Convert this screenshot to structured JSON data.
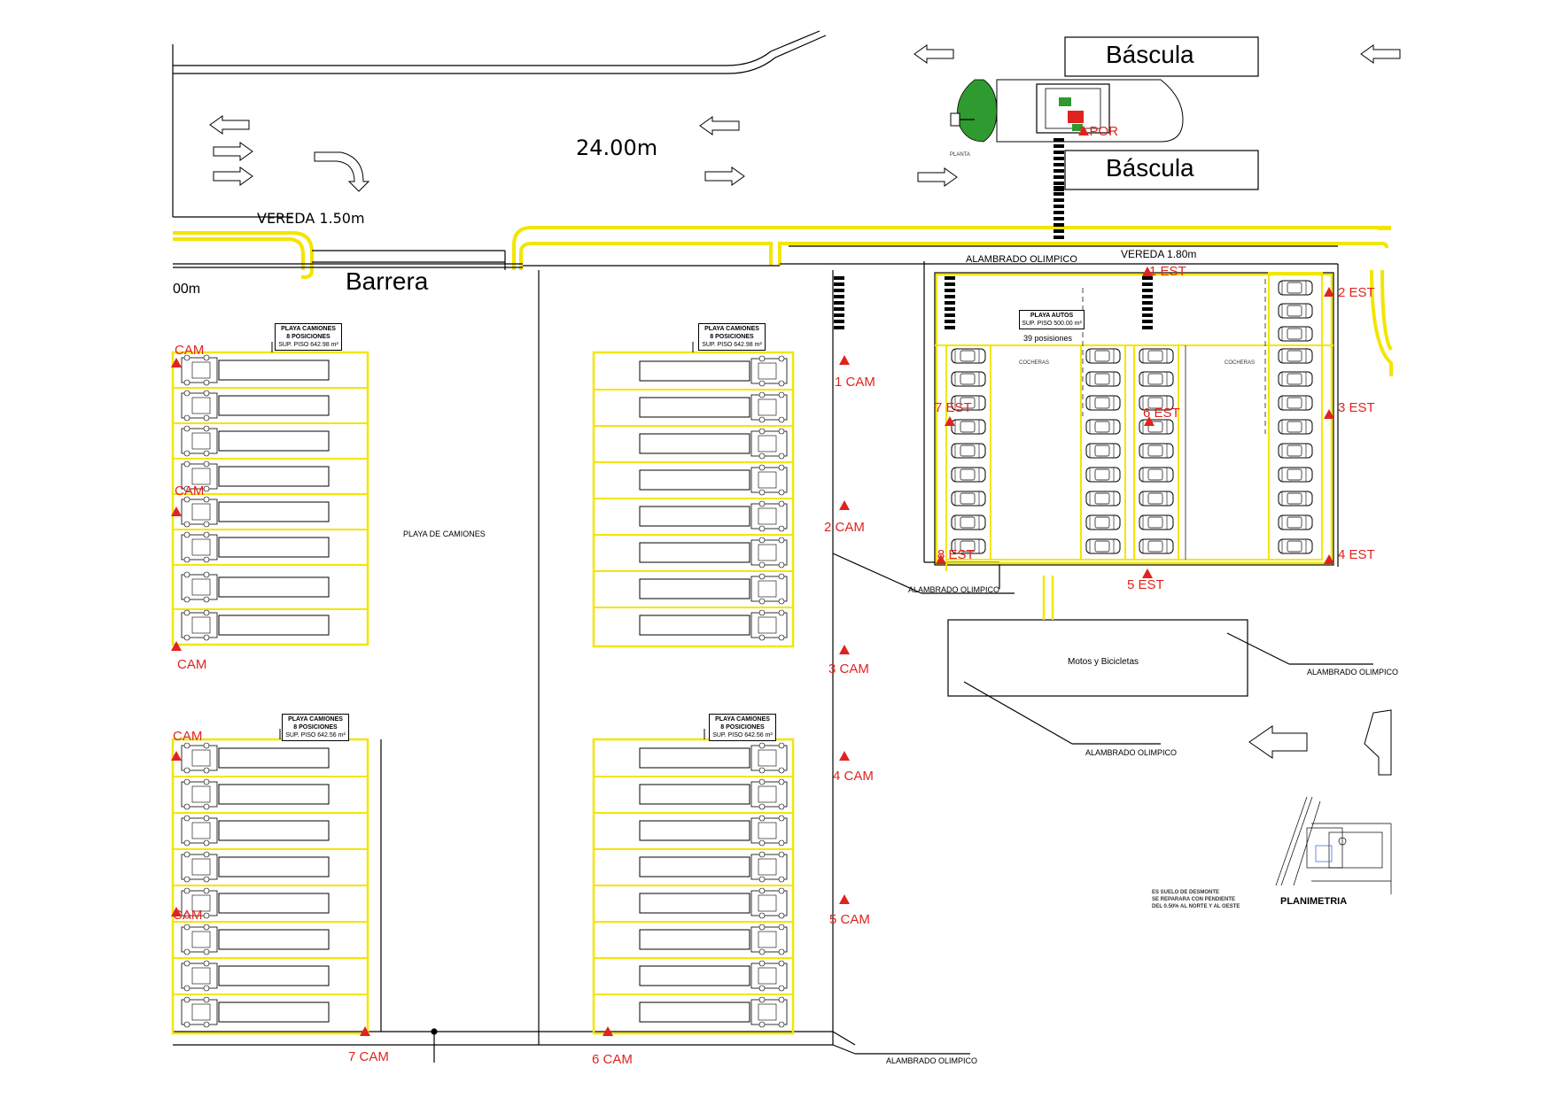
{
  "labels": {
    "bascula_top": "Báscula",
    "bascula_bottom": "Báscula",
    "width_main": "24.00m",
    "vereda_left": "VEREDA 1.50m",
    "vereda_right": "VEREDA 1.80m",
    "barrera": "Barrera",
    "dim_left_partial": "00m",
    "alambrado_top": "ALAMBRADO OLIMPICO",
    "alambrado_mid": "ALAMBRADO OLIMPICO",
    "alambrado_right": "ALAMBRADO OLIMPICO",
    "alambrado_lower": "ALAMBRADO OLIMPICO",
    "alambrado_bottom": "ALAMBRADO OLIMPICO",
    "playa_camiones": "PLAYA DE CAMIONES",
    "motos": "Motos y Bicicletas",
    "posiciones": "39 posisiones",
    "planta": "PLANTA",
    "planimetria": "PLANIMETRIA",
    "cocheras_1": "COCHERAS",
    "cocheras_2": "COCHERAS",
    "note_line1": "ES SUELO DE DESMONTE",
    "note_line2": "SE REPARARA CON PENDIENTE",
    "note_line3": "DEL 0.50% AL NORTE Y AL OESTE"
  },
  "boxes": {
    "camiones_1": [
      "PLAYA CAMIONES",
      "8 POSICIONES",
      "SUP. PISO 642.98 m²"
    ],
    "camiones_2": [
      "PLAYA CAMIONES",
      "8 POSICIONES",
      "SUP. PISO 642.98 m²"
    ],
    "camiones_3": [
      "PLAYA CAMIONES",
      "8 POSICIONES",
      "SUP. PISO 642.56 m²"
    ],
    "camiones_4": [
      "PLAYA CAMIONES",
      "8 POSICIONES",
      "SUP. PISO 642.56 m²"
    ],
    "autos": [
      "PLAYA AUTOS",
      "SUP. PISO 500.00 m²"
    ]
  },
  "markers": {
    "m_1por": "1 POR",
    "m_1est": "1 EST",
    "m_2est": "2 EST",
    "m_3est": "3 EST",
    "m_4est": "4 EST",
    "m_5est": "5 EST",
    "m_6est": "6 EST",
    "m_7est": "7 EST",
    "m_8est": "8 EST",
    "m_1cam": "1 CAM",
    "m_2cam": "2 CAM",
    "m_3cam": "3 CAM",
    "m_4cam": "4 CAM",
    "m_5cam": "5 CAM",
    "m_6cam": "6 CAM",
    "m_7cam": "7 CAM",
    "m_lcam1": "CAM",
    "m_lcam2": "CAM",
    "m_lcam3": "CAM",
    "m_lcam4": "CAM",
    "m_lcam5": "CAM"
  },
  "colors": {
    "line": "#000000",
    "highlight": "#f2e600",
    "marker": "#e0231e",
    "vegetation": "#2f9a2f"
  }
}
